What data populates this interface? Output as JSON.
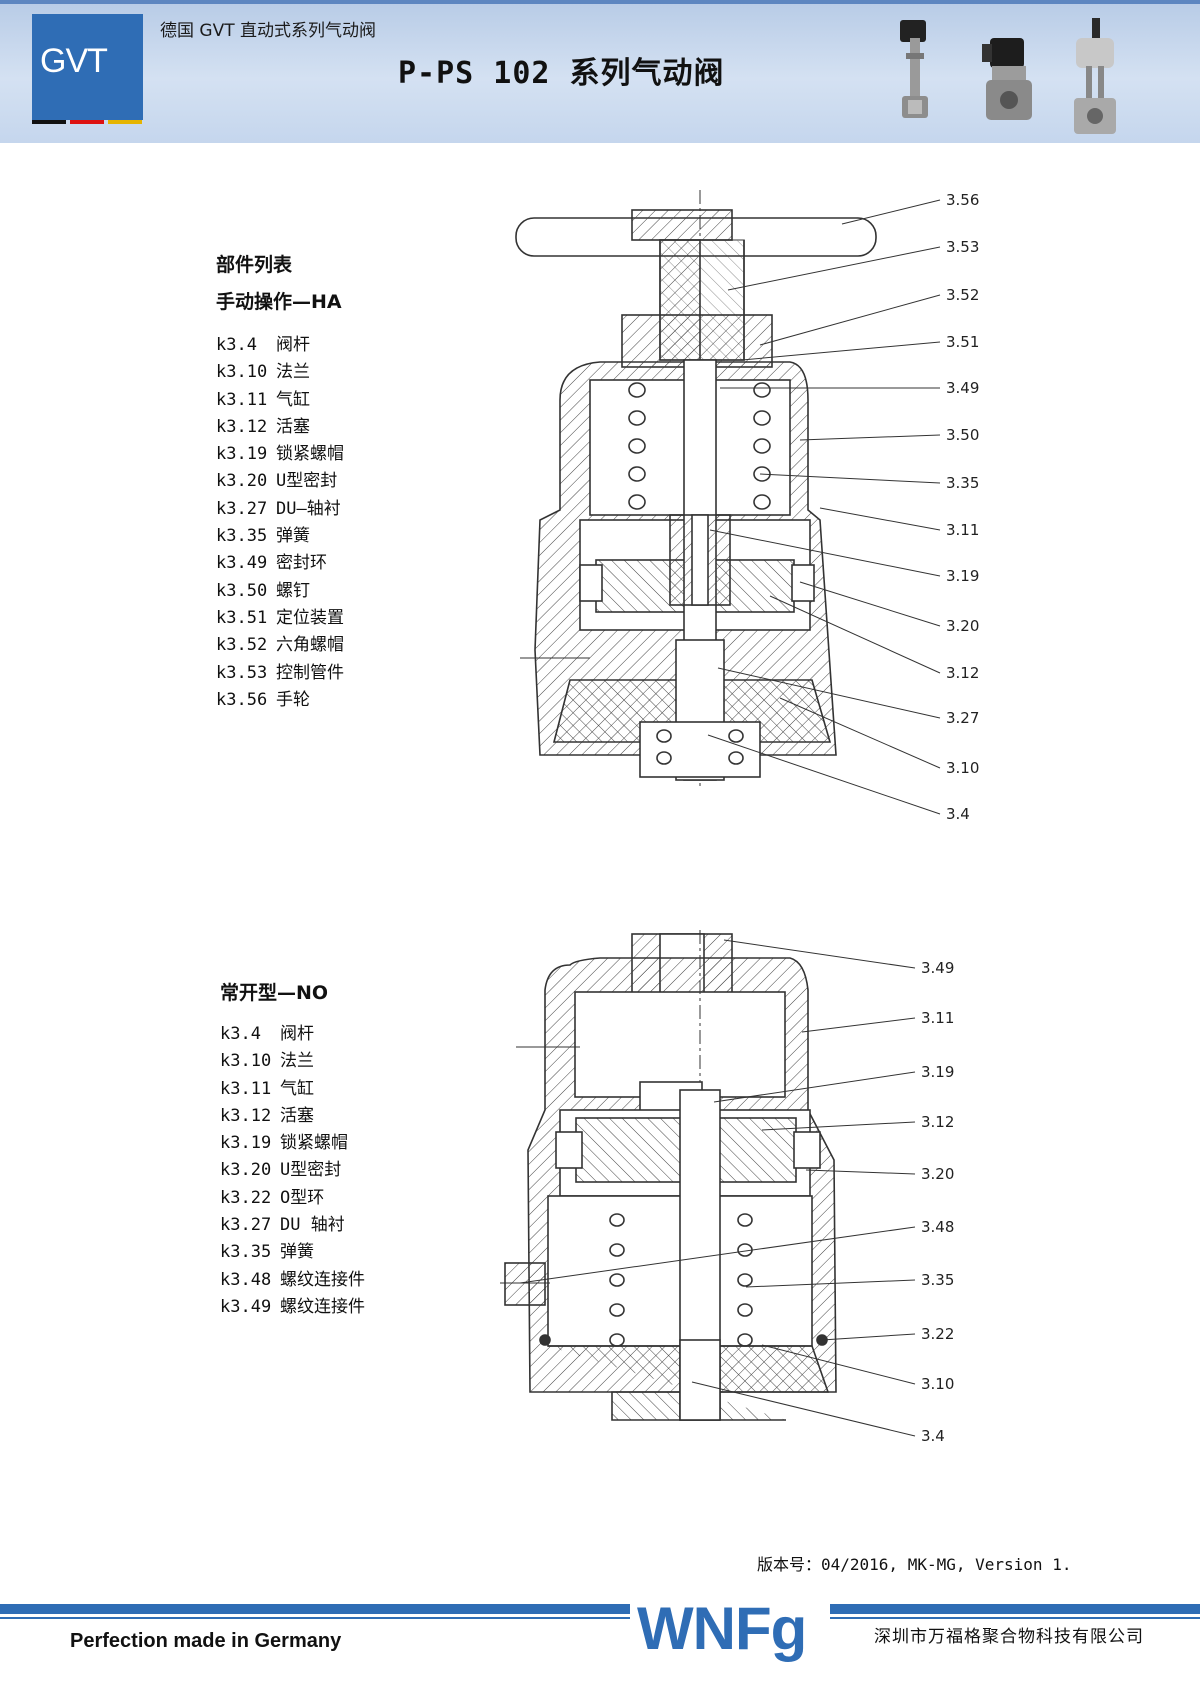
{
  "header": {
    "logo": "GVT",
    "subtitle": "德国 GVT 直动式系列气动阀",
    "title": "P-PS 102 系列气动阀",
    "colors": {
      "band": "#c5d6ed",
      "logo_box": "#2f6db5"
    }
  },
  "ha_section": {
    "heading": "部件列表",
    "subheading": "手动操作—HA",
    "parts": [
      {
        "code": "k3.4",
        "name": "阀杆"
      },
      {
        "code": "k3.10",
        "name": "法兰"
      },
      {
        "code": "k3.11",
        "name": "气缸"
      },
      {
        "code": "k3.12",
        "name": "活塞"
      },
      {
        "code": "k3.19",
        "name": "锁紧螺帽"
      },
      {
        "code": "k3.20",
        "name": "U型密封"
      },
      {
        "code": "k3.27",
        "name": "DU—轴衬"
      },
      {
        "code": "k3.35",
        "name": "弹簧"
      },
      {
        "code": "k3.49",
        "name": "密封环"
      },
      {
        "code": "k3.50",
        "name": "螺钉"
      },
      {
        "code": "k3.51",
        "name": "定位装置"
      },
      {
        "code": "k3.52",
        "name": "六角螺帽"
      },
      {
        "code": "k3.53",
        "name": "控制管件"
      },
      {
        "code": "k3.56",
        "name": "手轮"
      }
    ],
    "callouts": [
      "3.56",
      "3.53",
      "3.52",
      "3.51",
      "3.49",
      "3.50",
      "3.35",
      "3.11",
      "3.19",
      "3.20",
      "3.12",
      "3.27",
      "3.10",
      "3.4"
    ]
  },
  "no_section": {
    "subheading": "常开型—NO",
    "parts": [
      {
        "code": "k3.4",
        "name": "阀杆"
      },
      {
        "code": "k3.10",
        "name": "法兰"
      },
      {
        "code": "k3.11",
        "name": "气缸"
      },
      {
        "code": "k3.12",
        "name": "活塞"
      },
      {
        "code": "k3.19",
        "name": "锁紧螺帽"
      },
      {
        "code": "k3.20",
        "name": "U型密封"
      },
      {
        "code": "k3.22",
        "name": "O型环"
      },
      {
        "code": "k3.27",
        "name": "DU 轴衬"
      },
      {
        "code": "k3.35",
        "name": "弹簧"
      },
      {
        "code": "k3.48",
        "name": "螺纹连接件"
      },
      {
        "code": "k3.49",
        "name": "螺纹连接件"
      }
    ],
    "callouts": [
      "3.49",
      "3.11",
      "3.19",
      "3.12",
      "3.20",
      "3.48",
      "3.35",
      "3.22",
      "3.10",
      "3.4"
    ]
  },
  "version": "版本号：04/2016, MK-MG, Version 1.",
  "footer": {
    "tagline": "Perfection made in Germany",
    "brand": "WNFg",
    "company": "深圳市万福格聚合物科技有限公司",
    "colors": {
      "rule": "#2f6db5"
    }
  }
}
